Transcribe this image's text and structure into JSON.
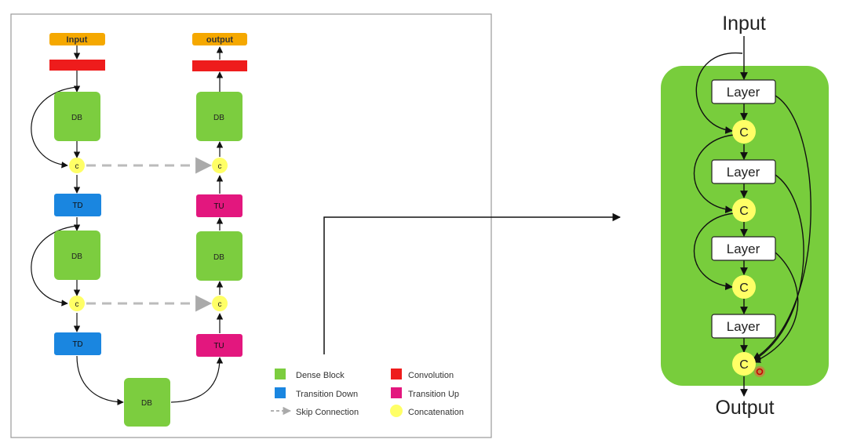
{
  "left_panel": {
    "input_label": "Input",
    "output_label": "output",
    "down_path": {
      "dense_blocks": [
        "DB",
        "DB"
      ],
      "transitions": [
        "TD",
        "TD"
      ],
      "concats": [
        "c",
        "c"
      ]
    },
    "bottleneck_label": "DB",
    "up_path": {
      "dense_blocks": [
        "DB",
        "DB"
      ],
      "transitions": [
        "TU",
        "TU"
      ],
      "concats": [
        "c",
        "c"
      ]
    },
    "legend": [
      {
        "label": "Dense Block",
        "color": "#7ccd3f",
        "shape": "square"
      },
      {
        "label": "Convolution",
        "color": "#ee1c1c",
        "shape": "square"
      },
      {
        "label": "Transition Down",
        "color": "#1a86e0",
        "shape": "square"
      },
      {
        "label": "Transition Up",
        "color": "#e3177e",
        "shape": "square"
      },
      {
        "label": "Skip Connection",
        "color": "#999999",
        "shape": "dashed-arrow"
      },
      {
        "label": "Concatenation",
        "color": "#ffff66",
        "shape": "circle"
      }
    ]
  },
  "right_panel": {
    "input_label": "Input",
    "output_label": "Output",
    "layers": [
      "Layer",
      "Layer",
      "Layer",
      "Layer"
    ],
    "concats": [
      "C",
      "C",
      "C",
      "C"
    ]
  },
  "colors": {
    "dense_block": "#7ccd3f",
    "convolution": "#ee1c1c",
    "transition_down": "#1a86e0",
    "transition_up": "#e3177e",
    "concat": "#ffff66",
    "io_box": "#f5a800",
    "skip": "#bbbbbb",
    "dense_panel": "#78cd3c"
  }
}
